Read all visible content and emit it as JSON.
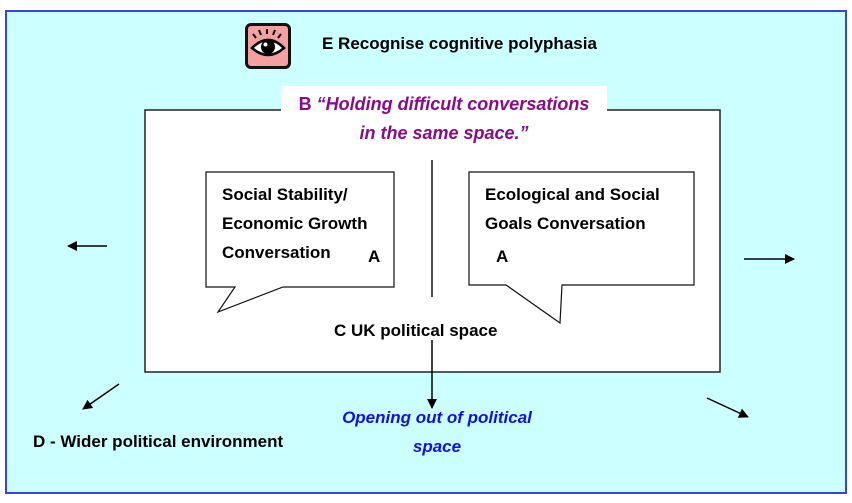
{
  "icons": {
    "eye": "eye-icon"
  },
  "labels": {
    "e": "E Recognise cognitive polyphasia",
    "b_prefix": "B ",
    "b_line1": "“Holding difficult conversations",
    "b_line2": "in the same space.”",
    "left_bubble": [
      "Social Stability/",
      "Economic Growth",
      "Conversation"
    ],
    "left_tag": "A",
    "right_bubble": [
      "Ecological and Social",
      "Goals Conversation"
    ],
    "right_tag": "A",
    "c": "C UK political space",
    "d": "D - Wider political environment",
    "opening_line1": "Opening out of political",
    "opening_line2": "space"
  },
  "colors": {
    "background": "#ccffff",
    "border": "#3344ee",
    "b_text": "#8b0a8b",
    "opening_text": "#1010ee",
    "eye_box": "#f4a0a0"
  }
}
